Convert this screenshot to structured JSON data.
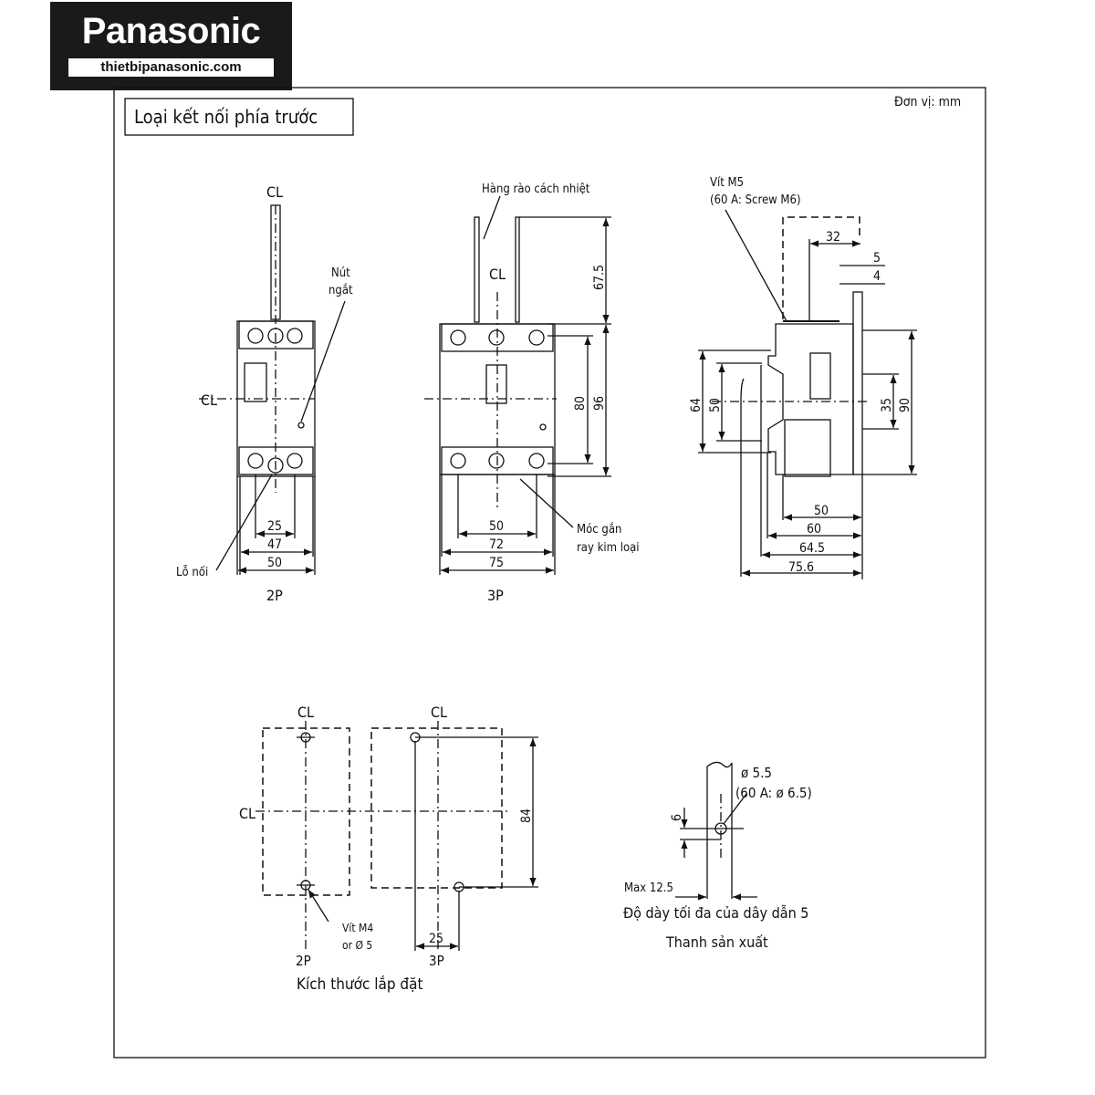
{
  "logo": {
    "brand": "Panasonic",
    "website": "thietbipanasonic.com"
  },
  "header": {
    "title": "Loại kết nối phía trước",
    "unit": "Đơn vị: mm"
  },
  "front_2p": {
    "centerline": "CL",
    "callout_button": [
      "Nút",
      "ngắt"
    ],
    "callout_hole": "Lỗ nối",
    "dims": [
      "25",
      "47",
      "50"
    ],
    "label": "2P"
  },
  "front_3p": {
    "callout_barrier": "Hàng rào cách nhiệt",
    "callout_hook": [
      "Móc gắn",
      "ray kim loại"
    ],
    "dims_h": [
      "50",
      "72",
      "75"
    ],
    "dims_v": [
      "67.5",
      "80",
      "96"
    ],
    "label": "3P"
  },
  "side": {
    "callout_screw": [
      "Vít M5",
      "(60 A: Screw M6)"
    ],
    "dims_top": [
      "32",
      "5",
      "4"
    ],
    "dims_v": [
      "64",
      "50",
      "35",
      "90"
    ],
    "dims_h": [
      "50",
      "60",
      "64.5",
      "75.6"
    ]
  },
  "mounting": {
    "dim_84": "84",
    "dim_25": "25",
    "callout_screw": [
      "Vít M4",
      "or Ø 5"
    ],
    "label_2p": "2P",
    "label_3p": "3P",
    "caption": "Kích thước lắp đặt"
  },
  "conductor": {
    "hole": [
      "ø 5.5",
      "(60 A: ø 6.5)"
    ],
    "dim_6": "6",
    "max": "Max 12.5",
    "caption1": "Độ dày tối đa của dây dẫn 5",
    "caption2": "Thanh sản xuất"
  }
}
